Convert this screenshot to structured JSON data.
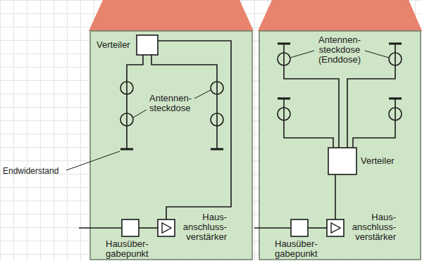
{
  "diagram": {
    "labels": [
      "Verteiler",
      "Antennen- steckdose",
      "Endwiderstand",
      "Hausüber- gabepunkt",
      "Haus- anschluss- verstärker",
      "Antennen- steckdose (Enddose)",
      "Verteiler",
      "Hausüber- gabepunkt",
      "Haus- anschluss- verstärker"
    ]
  }
}
